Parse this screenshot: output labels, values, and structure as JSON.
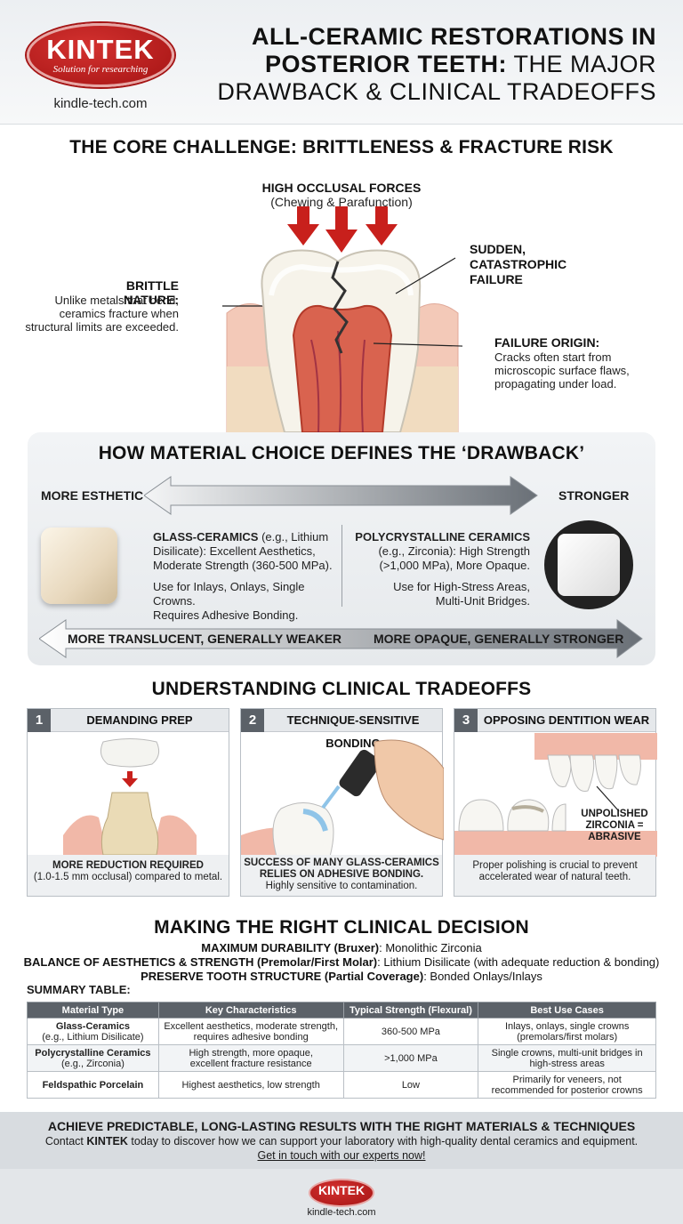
{
  "header": {
    "logo_word": "KINTEK",
    "logo_tagline": "Solution for researching",
    "logo_url": "kindle-tech.com",
    "title_line1": "ALL-CERAMIC RESTORATIONS IN",
    "title_line2_bold": "POSTERIOR TEETH:",
    "title_line2_rest": " THE MAJOR",
    "title_line3": "DRAWBACK & CLINICAL TRADEOFFS"
  },
  "core": {
    "title": "THE CORE CHALLENGE: BRITTLENESS & FRACTURE RISK",
    "forces_head": "HIGH OCCLUSAL FORCES",
    "forces_sub": "(Chewing & Parafunction)",
    "brittle_head": "BRITTLE NATURE:",
    "brittle_l1": "Unlike metals that bend,",
    "brittle_l2": "ceramics fracture when",
    "brittle_l3": "structural limits are exceeded.",
    "failure_l1": "SUDDEN,",
    "failure_l2": "CATASTROPHIC",
    "failure_l3": "FAILURE",
    "origin_head": "FAILURE ORIGIN:",
    "origin_l1": "Cracks often start from",
    "origin_l2": "microscopic surface flaws,",
    "origin_l3": "propagating under load."
  },
  "material": {
    "title": "HOW MATERIAL CHOICE DEFINES THE ‘DRAWBACK’",
    "left_label": "MORE ESTHETIC",
    "right_label": "STRONGER",
    "glass_head": "GLASS-CERAMICS",
    "glass_l1_rest": " (e.g., Lithium",
    "glass_l2": "Disilicate): Excellent Aesthetics,",
    "glass_l3": "Moderate Strength (360-500 MPa).",
    "glass_use1": "Use for Inlays, Onlays, Single Crowns.",
    "glass_use2": "Requires Adhesive Bonding.",
    "poly_head": "POLYCRYSTALLINE CERAMICS",
    "poly_l2": "(e.g., Zirconia): High Strength",
    "poly_l3": "(>1,000 MPa), More Opaque.",
    "poly_use1": "Use for High-Stress Areas,",
    "poly_use2": "Multi-Unit Bridges.",
    "bottom_left": "MORE TRANSLUCENT, GENERALLY WEAKER",
    "bottom_right": "MORE OPAQUE, GENERALLY STRONGER"
  },
  "tradeoffs": {
    "title": "UNDERSTANDING CLINICAL TRADEOFFS",
    "items": [
      {
        "num": "1",
        "head": "DEMANDING PREP",
        "cap_bold": "MORE REDUCTION REQUIRED",
        "cap_rest": "(1.0-1.5 mm occlusal) compared to metal."
      },
      {
        "num": "2",
        "head": "TECHNIQUE-SENSITIVE BONDING",
        "cap_bold1": "SUCCESS OF MANY GLASS-CERAMICS",
        "cap_bold2": "RELIES ON ADHESIVE BONDING.",
        "cap_rest": "Highly sensitive to contamination."
      },
      {
        "num": "3",
        "head": "OPPOSING DENTITION WEAR",
        "note1": "UNPOLISHED",
        "note2": "ZIRCONIA =",
        "note3": "ABRASIVE",
        "cap_l1": "Proper polishing is crucial to prevent",
        "cap_l2": "accelerated wear of natural teeth."
      }
    ]
  },
  "decision": {
    "title": "MAKING THE RIGHT CLINICAL DECISION",
    "line1_bold": "MAXIMUM DURABILITY (Bruxer)",
    "line1_rest": ": Monolithic Zirconia",
    "line2_bold": "BALANCE OF AESTHETICS & STRENGTH (Premolar/First Molar)",
    "line2_rest": ": Lithium Disilicate (with adequate reduction & bonding)",
    "line3_bold": "PRESERVE TOOTH STRUCTURE (Partial Coverage)",
    "line3_rest": ": Bonded Onlays/Inlays",
    "summary_label": "SUMMARY TABLE:",
    "headers": [
      "Material Type",
      "Key Characteristics",
      "Typical Strength (Flexural)",
      "Best Use Cases"
    ],
    "rows": [
      {
        "m1": "Glass-Ceramics",
        "m2": "(e.g., Lithium Disilicate)",
        "k1": "Excellent aesthetics, moderate strength,",
        "k2": "requires adhesive bonding",
        "s": "360-500 MPa",
        "u1": "Inlays, onlays, single crowns",
        "u2": "(premolars/first molars)"
      },
      {
        "m1": "Polycrystalline Ceramics",
        "m2": "(e.g., Zirconia)",
        "k1": "High strength, more opaque,",
        "k2": "excellent fracture resistance",
        "s": ">1,000 MPa",
        "u1": "Single crowns, multi-unit bridges in",
        "u2": "high-stress areas"
      },
      {
        "m1": "Feldspathic Porcelain",
        "m2": "",
        "k1": "Highest aesthetics, low strength",
        "k2": "",
        "s": "Low",
        "u1": "Primarily for veneers, not",
        "u2": "recommended for posterior crowns"
      }
    ]
  },
  "footer": {
    "cta_head": "ACHIEVE PREDICTABLE, LONG-LASTING RESULTS WITH THE RIGHT MATERIALS & TECHNIQUES",
    "cta_pre": "Contact ",
    "cta_brand": "KINTEK",
    "cta_post": " today to discover how we can support your laboratory with high-quality dental ceramics and equipment.",
    "cta_link": "Get in touch with our experts now!",
    "logo_word": "KINTEK",
    "url": "kindle-tech.com"
  },
  "colors": {
    "brand_red": "#b51c1a",
    "arrow_red": "#c8201c",
    "slate": "#5b6168"
  }
}
